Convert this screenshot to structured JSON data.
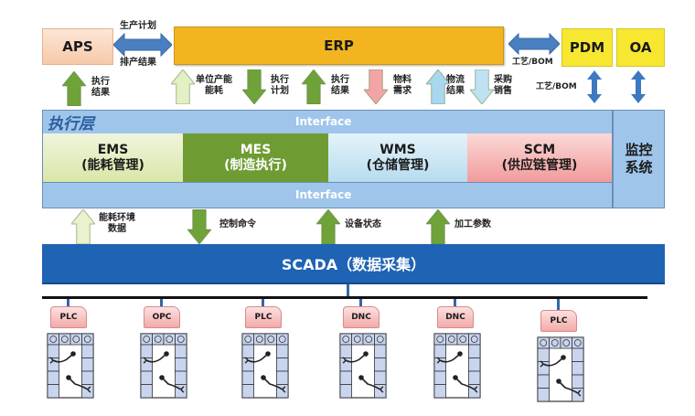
{
  "top_systems": {
    "aps": "APS",
    "erp": "ERP",
    "pdm": "PDM",
    "oa": "OA"
  },
  "aps_erp_link": {
    "top_label": "生产计划",
    "bottom_label": "排产结果"
  },
  "erp_pdm_link": {
    "label": "工艺/BOM"
  },
  "pdm_exec_link": {
    "label": "工艺/BOM"
  },
  "upper_flows": [
    {
      "label_line1": "执行",
      "label_line2": "结果",
      "direction": "up",
      "color": "#6fa33a"
    },
    {
      "label_line1": "单位产能",
      "label_line2": "能耗",
      "direction": "up",
      "color": "#e3efc4"
    },
    {
      "label_line1": "执行",
      "label_line2": "计划",
      "direction": "down",
      "color": "#6fa33a"
    },
    {
      "label_line1": "执行",
      "label_line2": "结果",
      "direction": "up",
      "color": "#6fa33a"
    },
    {
      "label_line1": "物料",
      "label_line2": "需求",
      "direction": "down",
      "color": "#f3a5a5"
    },
    {
      "label_line1": "物流",
      "label_line2": "结果",
      "direction": "up",
      "color": "#a9d8ee"
    },
    {
      "label_line1": "采购",
      "label_line2": "销售",
      "direction": "down",
      "color": "#bfe2f3"
    }
  ],
  "execution_layer": {
    "title": "执行层",
    "interface_top": "Interface",
    "interface_bottom": "Interface",
    "modules": [
      {
        "name": "EMS",
        "desc": "(能耗管理)"
      },
      {
        "name": "MES",
        "desc": "(制造执行)"
      },
      {
        "name": "WMS",
        "desc": "(仓储管理)"
      },
      {
        "name": "SCM",
        "desc": "(供应链管理)"
      }
    ],
    "monitor": {
      "line1": "监控",
      "line2": "系统"
    }
  },
  "lower_flows": [
    {
      "label_line1": "能耗环境",
      "label_line2": "数据",
      "direction": "up",
      "color": "#e9f2cf"
    },
    {
      "label_line1": "控制命令",
      "label_line2": "",
      "direction": "down",
      "color": "#6fa33a"
    },
    {
      "label_line1": "设备状态",
      "label_line2": "",
      "direction": "up",
      "color": "#6fa33a"
    },
    {
      "label_line1": "加工参数",
      "label_line2": "",
      "direction": "up",
      "color": "#6fa33a"
    }
  ],
  "scada": {
    "label": "SCADA（数据采集）"
  },
  "devices": [
    {
      "label": "PLC"
    },
    {
      "label": "OPC"
    },
    {
      "label": "PLC"
    },
    {
      "label": "DNC"
    },
    {
      "label": "DNC"
    },
    {
      "label": "PLC"
    }
  ]
}
